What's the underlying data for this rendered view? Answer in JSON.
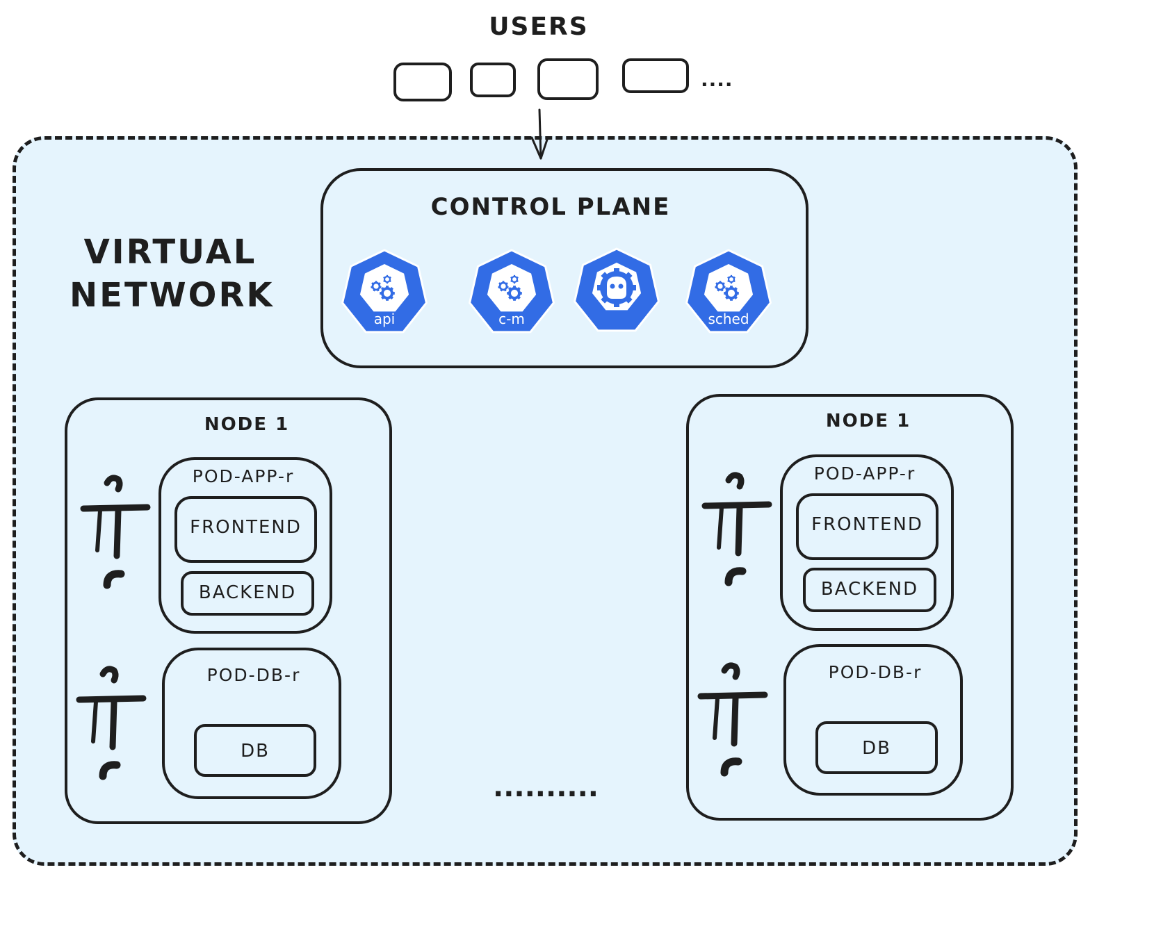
{
  "users": {
    "title": "USERS",
    "client_count": 4,
    "more_indicator": "...."
  },
  "virtual_network": {
    "title_line1": "VIRTUAL",
    "title_line2": "NETWORK",
    "fill_color": "#e5f4fd",
    "border_style": "dashed"
  },
  "control_plane": {
    "title": "CONTROL PLANE",
    "components": [
      {
        "label": "api",
        "icon": "kube-apiserver-icon"
      },
      {
        "label": "c-m",
        "icon": "kube-controller-manager-icon"
      },
      {
        "label": "",
        "icon": "etcd-icon"
      },
      {
        "label": "sched",
        "icon": "kube-scheduler-icon"
      }
    ],
    "icon_color": "#326ce5"
  },
  "nodes": [
    {
      "title": "NODE 1",
      "pods": [
        {
          "name": "POD-APP-r",
          "containers": [
            "FRONTEND",
            "BACKEND"
          ]
        },
        {
          "name": "POD-DB-r",
          "containers": [
            "DB"
          ]
        }
      ]
    },
    {
      "title": "NODE 1",
      "pods": [
        {
          "name": "POD-APP-r",
          "containers": [
            "FRONTEND",
            "BACKEND"
          ]
        },
        {
          "name": "POD-DB-r",
          "containers": [
            "DB"
          ]
        }
      ]
    }
  ],
  "more_nodes_indicator": "..........",
  "colors": {
    "stroke": "#1e1e1e",
    "background": "#ffffff"
  }
}
